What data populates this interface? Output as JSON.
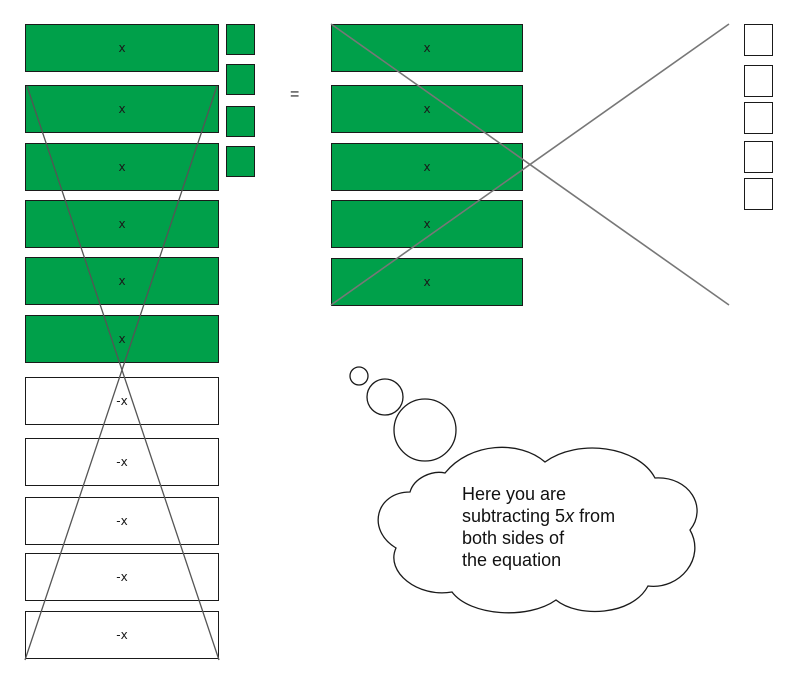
{
  "left_side": {
    "positive_tiles": [
      "x",
      "x",
      "x",
      "x",
      "x",
      "x"
    ],
    "negative_tiles": [
      "-x",
      "-x",
      "-x",
      "-x",
      "-x"
    ],
    "unit_tiles_count": 4
  },
  "equals_sign": "=",
  "right_side": {
    "positive_tiles": [
      "x",
      "x",
      "x",
      "x",
      "x"
    ],
    "unit_tiles_count": 5
  },
  "thought_bubble": {
    "line1": "Here you are",
    "line2_prefix": "subtracting 5",
    "line2_var": "x",
    "line2_suffix": " from",
    "line3": "both sides of",
    "line4": "the equation"
  },
  "colors": {
    "positive_tile": "#00a04a",
    "outline": "#1a1a1a",
    "cross_out_line": "#777777"
  }
}
